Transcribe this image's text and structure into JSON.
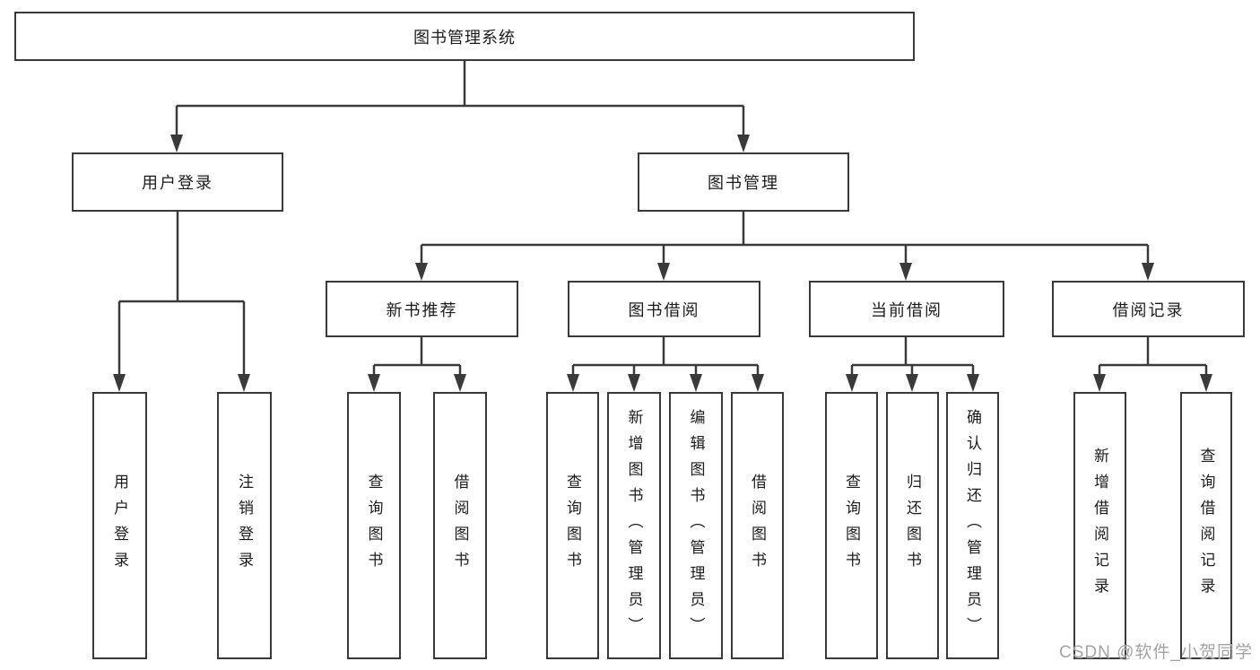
{
  "tree": {
    "label": "图书管理系统",
    "children": [
      {
        "label": "用户登录",
        "children": [
          {
            "label": "用户登录"
          },
          {
            "label": "注销登录"
          }
        ]
      },
      {
        "label": "图书管理",
        "children": [
          {
            "label": "新书推荐",
            "children": [
              {
                "label": "查询图书"
              },
              {
                "label": "借阅图书"
              }
            ]
          },
          {
            "label": "图书借阅",
            "children": [
              {
                "label": "查询图书"
              },
              {
                "label": "新增图书（管理员）"
              },
              {
                "label": "编辑图书（管理员）"
              },
              {
                "label": "借阅图书"
              }
            ]
          },
          {
            "label": "当前借阅",
            "children": [
              {
                "label": "查询图书"
              },
              {
                "label": "归还图书"
              },
              {
                "label": "确认归还（管理员）"
              }
            ]
          },
          {
            "label": "借阅记录",
            "children": [
              {
                "label": "新增借阅记录"
              },
              {
                "label": "查询借阅记录"
              }
            ]
          }
        ]
      }
    ]
  },
  "watermark": "CSDN @软件_小贺同学",
  "colors": {
    "line": "#3a3a3a",
    "text": "#1c1c1c",
    "watermark": "#a3a3a3",
    "background": "#ffffff"
  }
}
